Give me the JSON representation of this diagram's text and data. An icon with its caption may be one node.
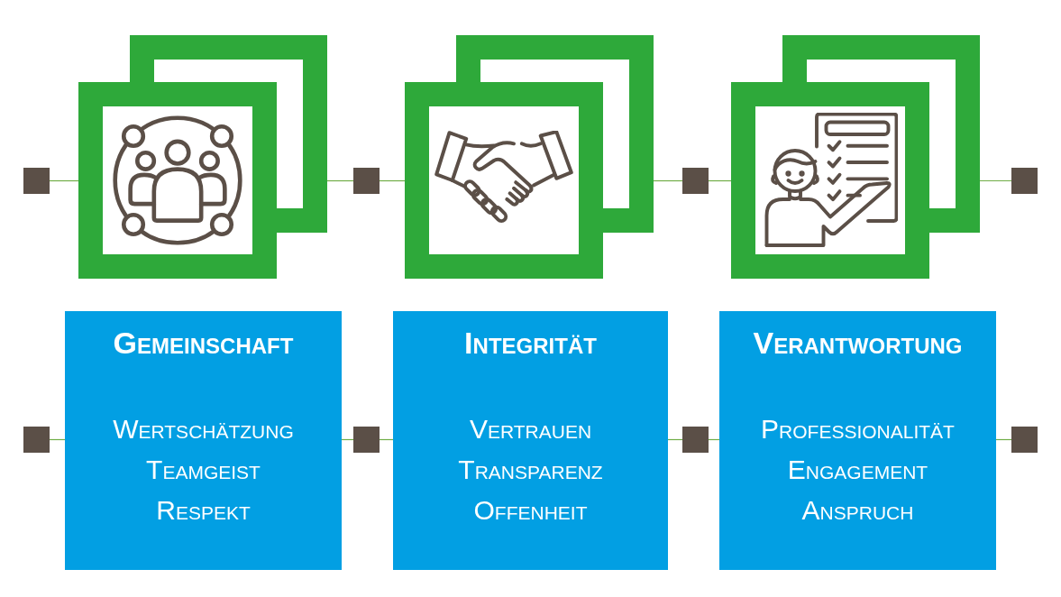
{
  "diagram": {
    "nodes": [
      {
        "text": [],
        "shape": "box"
      },
      {
        "text": [],
        "shape": "picture"
      },
      {
        "text": [],
        "shape": "box"
      },
      {
        "text": [],
        "shape": "picture"
      },
      {
        "text": [],
        "shape": "box"
      },
      {
        "text": [],
        "shape": "picture"
      },
      {
        "text": [],
        "shape": "box"
      },
      {
        "text": [],
        "shape": "box"
      },
      {
        "text": [
          "Gemeinschaft",
          "Wertschätzung",
          "Teamgeist",
          "Respekt"
        ]
      },
      {
        "text": [],
        "shape": "box"
      },
      {
        "text": [
          "Integrität",
          "Vertrauen",
          "Transparenz",
          "Offenheit"
        ]
      },
      {
        "text": [],
        "shape": "box"
      },
      {
        "text": [
          "Verantwortung",
          "Professionalität",
          "Engagement",
          "Anspruch"
        ]
      },
      {
        "text": [],
        "shape": "box"
      }
    ],
    "edges": [
      {
        "from": 0,
        "to": 1,
        "arrow": "none"
      },
      {
        "from": 1,
        "to": 2,
        "arrow": "none"
      },
      {
        "from": 2,
        "to": 3,
        "arrow": "none"
      },
      {
        "from": 3,
        "to": 4,
        "arrow": "none"
      },
      {
        "from": 4,
        "to": 5,
        "arrow": "none"
      },
      {
        "from": 5,
        "to": 6,
        "arrow": "none"
      },
      {
        "from": 7,
        "to": 8,
        "arrow": "none"
      },
      {
        "from": 8,
        "to": 9,
        "arrow": "none"
      },
      {
        "from": 9,
        "to": 10,
        "arrow": "none"
      },
      {
        "from": 10,
        "to": 11,
        "arrow": "none"
      },
      {
        "from": 11,
        "to": 12,
        "arrow": "none"
      },
      {
        "from": 12,
        "to": 13,
        "arrow": "none"
      }
    ]
  }
}
